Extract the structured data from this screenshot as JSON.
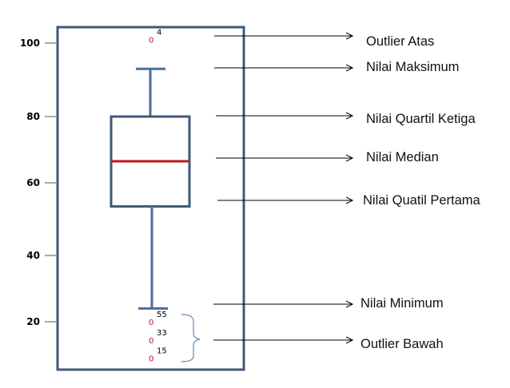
{
  "chart_data": {
    "type": "boxplot",
    "title": "",
    "xlabel": "",
    "ylabel": "",
    "y_ticks": [
      100,
      80,
      60,
      40,
      20
    ],
    "grid": false,
    "box": {
      "maximum": 93,
      "q3": 80,
      "median": 66.5,
      "q1": 53.5,
      "minimum": 24
    },
    "outliers": [
      {
        "marker": "0",
        "label": "4",
        "value": 101,
        "group": "upper"
      },
      {
        "marker": "0",
        "label": "55",
        "value": 20,
        "group": "lower"
      },
      {
        "marker": "0",
        "label": "33",
        "value": 14.5,
        "group": "lower"
      },
      {
        "marker": "0",
        "label": "15",
        "value": 9,
        "group": "lower"
      }
    ],
    "annotations": [
      {
        "text": "Outlier Atas",
        "points_to": "upper_outlier"
      },
      {
        "text": "Nilai Maksimum",
        "points_to": "maximum"
      },
      {
        "text": "Nilai Quartil Ketiga",
        "points_to": "q3"
      },
      {
        "text": "Nilai Median",
        "points_to": "median"
      },
      {
        "text": "Nilai Quatil Pertama",
        "points_to": "q1"
      },
      {
        "text": "Nilai Minimum",
        "points_to": "minimum"
      },
      {
        "text": "Outlier Bawah",
        "points_to": "lower_outliers"
      }
    ],
    "colors": {
      "frame": "#3f5877",
      "box": "#3f5877",
      "whisker": "#4a6e9a",
      "median": "#c0141c",
      "outlier_marker": "#c0141c",
      "brace": "#6a8ab5",
      "arrow": "#000000"
    }
  }
}
